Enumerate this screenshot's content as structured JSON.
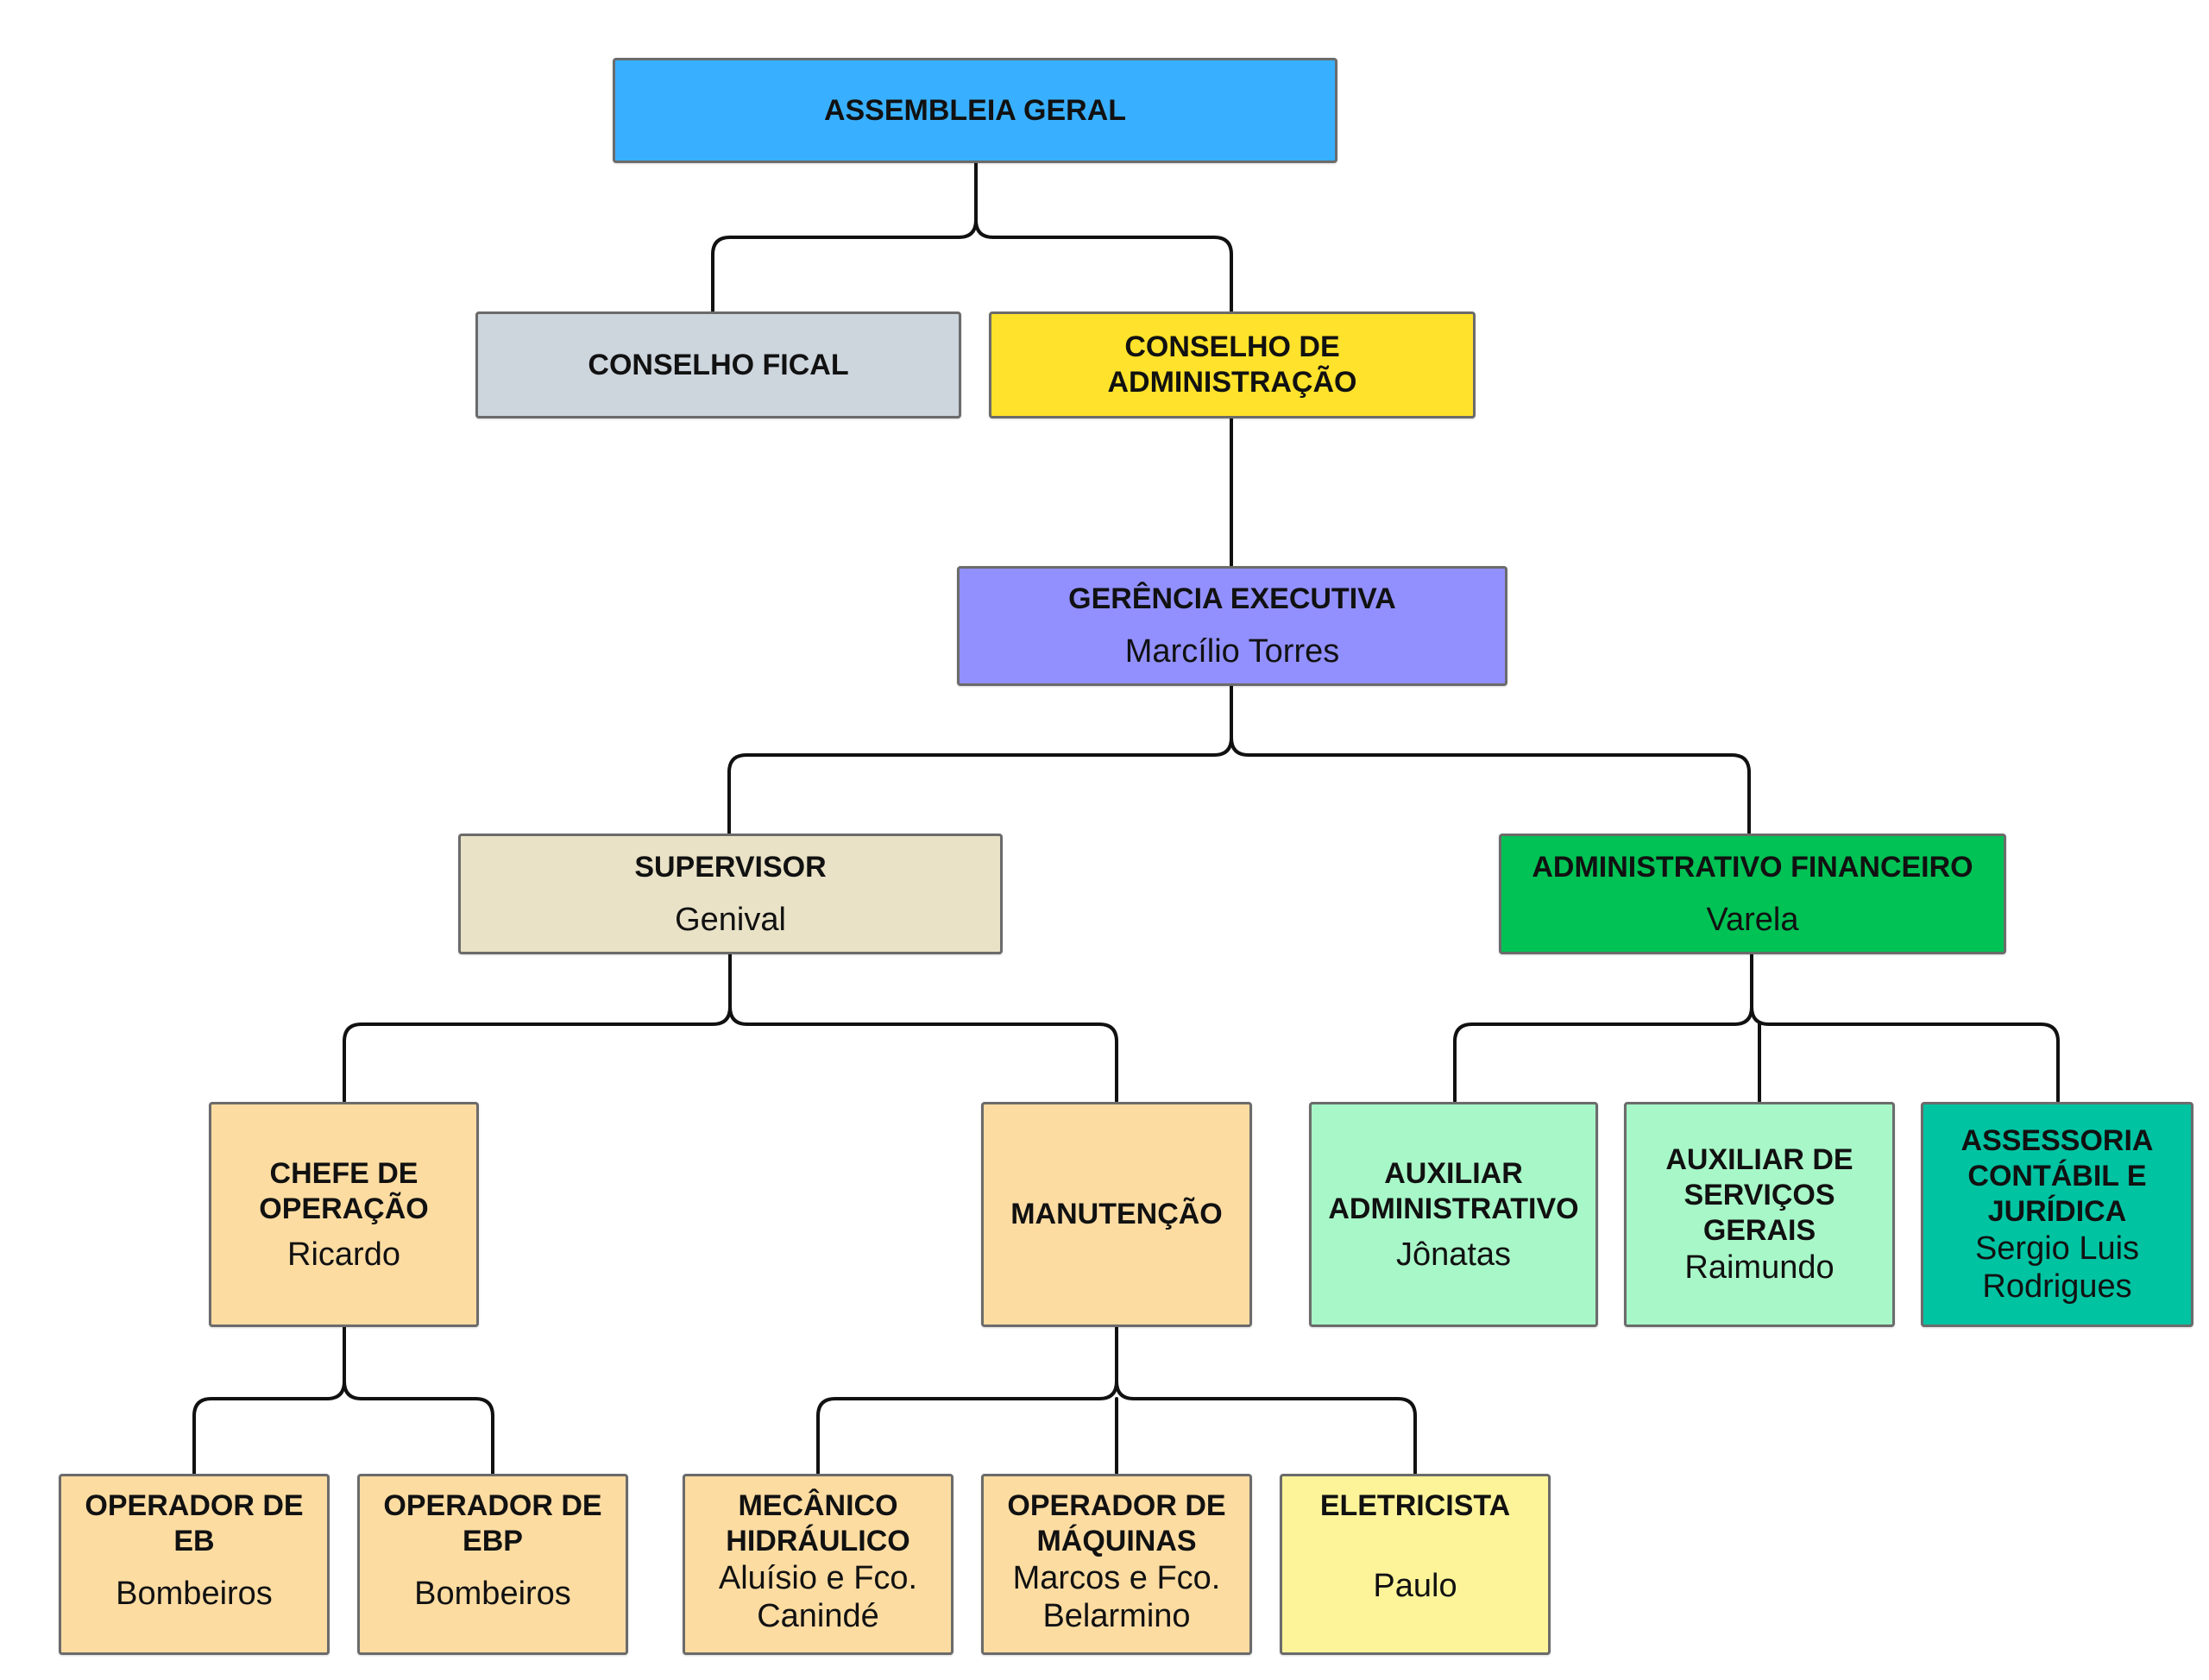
{
  "colors": {
    "assembleia": "#38b0ff",
    "conselho_fiscal": "#cdd5dd",
    "conselho_adm": "#ffe22b",
    "gerencia": "#9290ff",
    "supervisor": "#e9e2c6",
    "financeiro": "#00c255",
    "operacional": "#fddca2",
    "auxiliar": "#a8f7c8",
    "assessoria": "#00c3a2",
    "eletricista": "#fdf49a",
    "connector": "#111111"
  },
  "nodes": {
    "assembleia": {
      "title": "ASSEMBLEIA GERAL"
    },
    "conselho_fiscal": {
      "title": "CONSELHO FICAL"
    },
    "conselho_adm": {
      "title": "CONSELHO DE\nADMINISTRAÇÃO"
    },
    "gerencia": {
      "title": "GERÊNCIA EXECUTIVA",
      "name": "Marcílio Torres"
    },
    "supervisor": {
      "title": "SUPERVISOR",
      "name": "Genival"
    },
    "financeiro": {
      "title": "ADMINISTRATIVO FINANCEIRO",
      "name": "Varela"
    },
    "chefe_operacao": {
      "title": "CHEFE DE\nOPERAÇÃO",
      "name": "Ricardo"
    },
    "manutencao": {
      "title": "MANUTENÇÃO"
    },
    "aux_administrativo": {
      "title": "AUXILIAR\nADMINISTRATIVO",
      "name": "Jônatas"
    },
    "aux_servicos": {
      "title": "AUXILIAR DE\nSERVIÇOS\nGERAIS",
      "name": "Raimundo"
    },
    "assessoria": {
      "title": "ASSESSORIA\nCONTÁBIL E\nJURÍDICA",
      "name": "Sergio Luis\nRodrigues"
    },
    "operador_eb": {
      "title": "OPERADOR DE\nEB",
      "name": "Bombeiros"
    },
    "operador_ebp": {
      "title": "OPERADOR DE\nEBP",
      "name": "Bombeiros"
    },
    "mecanico": {
      "title": "MECÂNICO\nHIDRÁULICO",
      "name": "Aluísio e Fco.\nCanindé"
    },
    "operador_maquinas": {
      "title": "OPERADOR DE\nMÁQUINAS",
      "name": "Marcos e Fco.\nBelarmino"
    },
    "eletricista": {
      "title": "ELETRICISTA",
      "name": "Paulo"
    }
  }
}
